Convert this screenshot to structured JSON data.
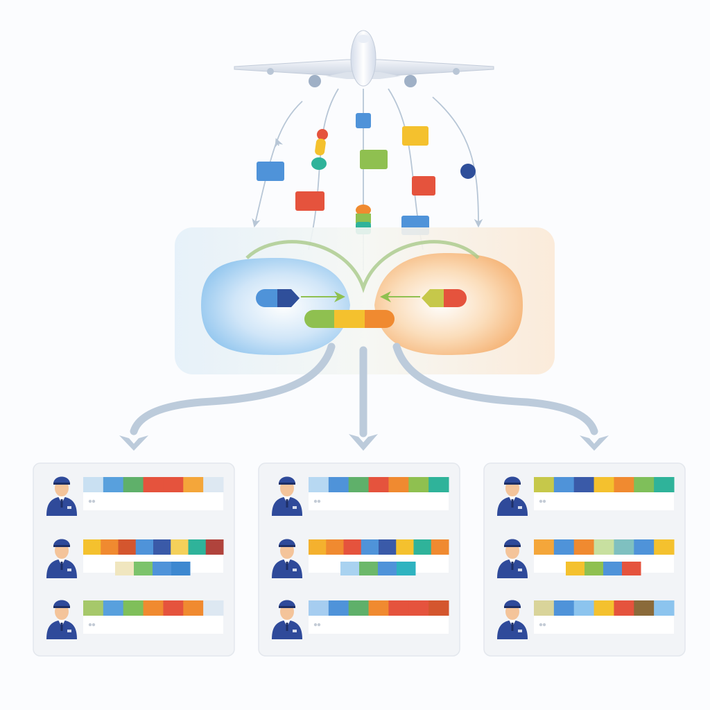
{
  "palette": {
    "blue": "#4f93d9",
    "navy": "#2f4f9a",
    "green": "#8fc050",
    "teal": "#2fb39a",
    "red": "#e5533d",
    "orange": "#f08a30",
    "yellow": "#f4c12e",
    "olive": "#c6c84a",
    "maroon": "#b0433c",
    "arrow": "#b7c6d6",
    "panel": "#f2f4f7",
    "worker": "#2f4a9a",
    "skin": "#f4c49a"
  },
  "sources": {
    "aircraft_icon": "airplane-icon"
  },
  "packets": [
    {
      "shape": "box",
      "color": "blue"
    },
    {
      "shape": "box",
      "color": "blue"
    },
    {
      "shape": "box",
      "color": "yellow"
    },
    {
      "shape": "box",
      "color": "green"
    },
    {
      "shape": "box",
      "color": "red"
    },
    {
      "shape": "box",
      "color": "red"
    },
    {
      "shape": "box",
      "color": "blue"
    },
    {
      "shape": "dot",
      "color": "navy"
    },
    {
      "shape": "capsule",
      "colors": [
        "red",
        "yellow",
        "teal"
      ]
    },
    {
      "shape": "capsule",
      "colors": [
        "orange",
        "green",
        "teal"
      ]
    }
  ],
  "merge_hub": {
    "left_pill": [
      "blue",
      "navy"
    ],
    "right_pill": [
      "olive",
      "red"
    ],
    "merged_bar": [
      "green",
      "yellow",
      "orange"
    ]
  },
  "team_panels": [
    {
      "rows": [
        {
          "bar": [
            "#c9e0f2",
            "#58a0dd",
            "#5fb06a",
            "#e5533d",
            "#e5533d",
            "#f4a63a",
            "#dde8f2"
          ],
          "sub": null
        },
        {
          "bar": [
            "#f4c12e",
            "#f08a30",
            "#d4562e",
            "#4f93d9",
            "#3a5aa8",
            "#f4d05a",
            "#2fb39a",
            "#b0433c"
          ],
          "sub": [
            "#f0e6bf",
            "#7cc36b",
            "#4f93d9",
            "#3d88d0"
          ]
        },
        {
          "bar": [
            "#a6c86a",
            "#58a0dd",
            "#7fbf5a",
            "#f08a30",
            "#e5533d",
            "#f08a30",
            "#dde8f2"
          ],
          "sub": null
        }
      ]
    },
    {
      "rows": [
        {
          "bar": [
            "#b7d8f2",
            "#4f93d9",
            "#5fb06a",
            "#e5533d",
            "#f08a30",
            "#8fc050",
            "#2fb39a"
          ],
          "sub": null
        },
        {
          "bar": [
            "#f4b12e",
            "#f08a30",
            "#e5533d",
            "#4f93d9",
            "#3a5aa8",
            "#f4c12e",
            "#2fb39a",
            "#f08a30"
          ],
          "sub": [
            "#a9d2f0",
            "#6cb86a",
            "#4f93d9",
            "#2fb3c0"
          ]
        },
        {
          "bar": [
            "#a6cdf0",
            "#4f93d9",
            "#5fb06a",
            "#f08a30",
            "#e5533d",
            "#e5533d",
            "#d4562e"
          ],
          "sub": null
        }
      ]
    },
    {
      "rows": [
        {
          "bar": [
            "#c6c84a",
            "#4f93d9",
            "#3a5aa8",
            "#f4c12e",
            "#f08a30",
            "#7fbf5a",
            "#2fb39a"
          ],
          "sub": null
        },
        {
          "bar": [
            "#f4a63a",
            "#4f93d9",
            "#f08a30",
            "#c8e0a0",
            "#7fc0c0",
            "#4f93d9",
            "#f4c12e"
          ],
          "sub": [
            "#f4c12e",
            "#8fc050",
            "#4f93d9",
            "#e5533d"
          ]
        },
        {
          "bar": [
            "#d9d49a",
            "#4f93d9",
            "#8cc4ee",
            "#f4c12e",
            "#e5533d",
            "#8a6a3a",
            "#8cc4ee"
          ],
          "sub": null
        }
      ]
    }
  ]
}
